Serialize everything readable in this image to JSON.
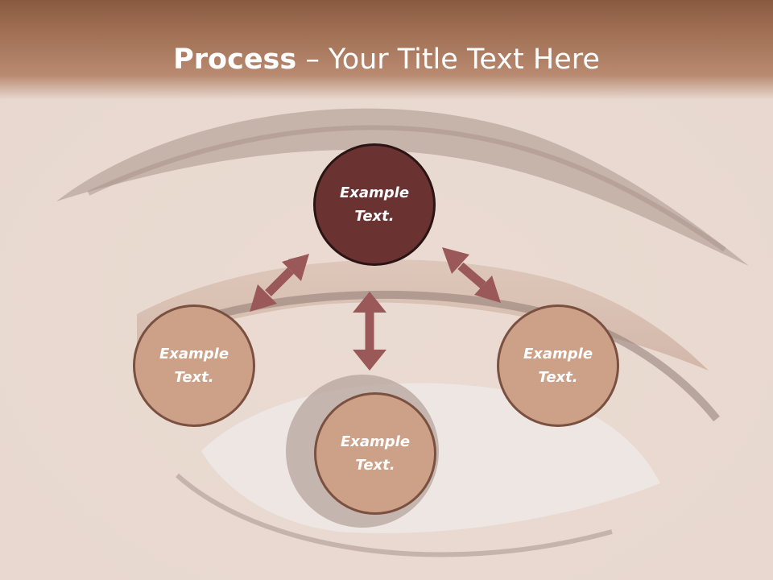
{
  "slide": {
    "title_bold": "Process",
    "title_rest": " – Your Title Text Here"
  },
  "diagram": {
    "nodes": [
      {
        "id": "top",
        "text": "Example Text."
      },
      {
        "id": "left",
        "text": "Example Text."
      },
      {
        "id": "bottom",
        "text": "Example Text."
      },
      {
        "id": "right",
        "text": "Example Text."
      }
    ]
  },
  "colors": {
    "header": "#a27156",
    "center_node": "#6b3232",
    "outer_node": "#cda188",
    "arrow": "#9a5858"
  }
}
